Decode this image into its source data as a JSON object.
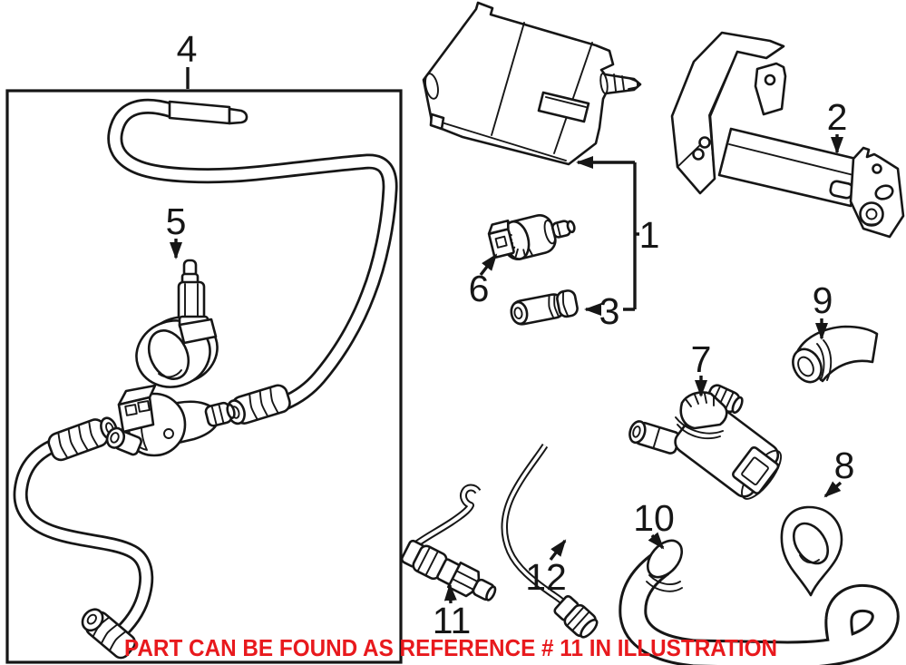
{
  "diagram": {
    "background": "#ffffff",
    "line_color": "#161616",
    "callouts": [
      {
        "ref": "1"
      },
      {
        "ref": "2"
      },
      {
        "ref": "3"
      },
      {
        "ref": "4"
      },
      {
        "ref": "5"
      },
      {
        "ref": "6"
      },
      {
        "ref": "7"
      },
      {
        "ref": "8"
      },
      {
        "ref": "9"
      },
      {
        "ref": "10"
      },
      {
        "ref": "11"
      },
      {
        "ref": "12"
      }
    ],
    "notice": {
      "text": "PART CAN BE FOUND AS REFERENCE # 11 IN ILLUSTRATION",
      "color": "#e8191d"
    }
  }
}
